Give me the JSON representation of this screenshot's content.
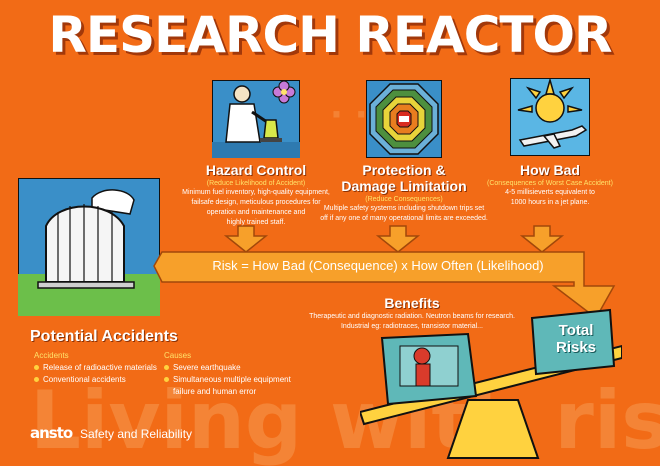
{
  "title": "RESEARCH REACTOR",
  "hazard": {
    "heading": "Hazard Control",
    "subheading": "(Reduce Likelihood of Accident)",
    "body": [
      "Minimum fuel inventory, high-quality equipment,",
      "failsafe design, meticulous procedures for",
      "operation and maintenance and",
      "highly trained staff."
    ]
  },
  "protection": {
    "heading_line1": "Protection &",
    "heading_line2": "Damage Limitation",
    "subheading": "(Reduce Consequences)",
    "body": [
      "Multiple safety systems including shutdown trips set",
      "off if any one of many operational limits are exceeded."
    ]
  },
  "howbad": {
    "heading": "How Bad",
    "subheading": "(Consequences of Worst Case Accident)",
    "body": [
      "4-5 millisieverts equivalent to",
      "1000 hours in a jet plane."
    ]
  },
  "formula": "Risk = How Bad (Consequence) x How Often (Likelihood)",
  "benefits": {
    "heading": "Benefits",
    "body": [
      "Therapeutic and diagnostic radiation. Neutron beams for research.",
      "Industrial eg: radiotraces, transistor material..."
    ]
  },
  "risks_box": {
    "line1": "Total",
    "line2": "Risks"
  },
  "potential": {
    "heading": "Potential Accidents",
    "accidents_label": "Accidents",
    "accidents": [
      "Release of radioactive materials",
      "Conventional accidents"
    ],
    "causes_label": "Causes",
    "causes": [
      "Severe earthquake",
      "Simultaneous multiple equipment failure and human error"
    ]
  },
  "footer": {
    "logo": "ansto",
    "tagline": "Safety and Reliability"
  },
  "watermark": "Living with risk",
  "colors": {
    "background": "#f26b16",
    "accent_yellow": "#ffe36a",
    "panel_teal": "#5fb8b8",
    "icon_blue": "#3a8fc8"
  }
}
